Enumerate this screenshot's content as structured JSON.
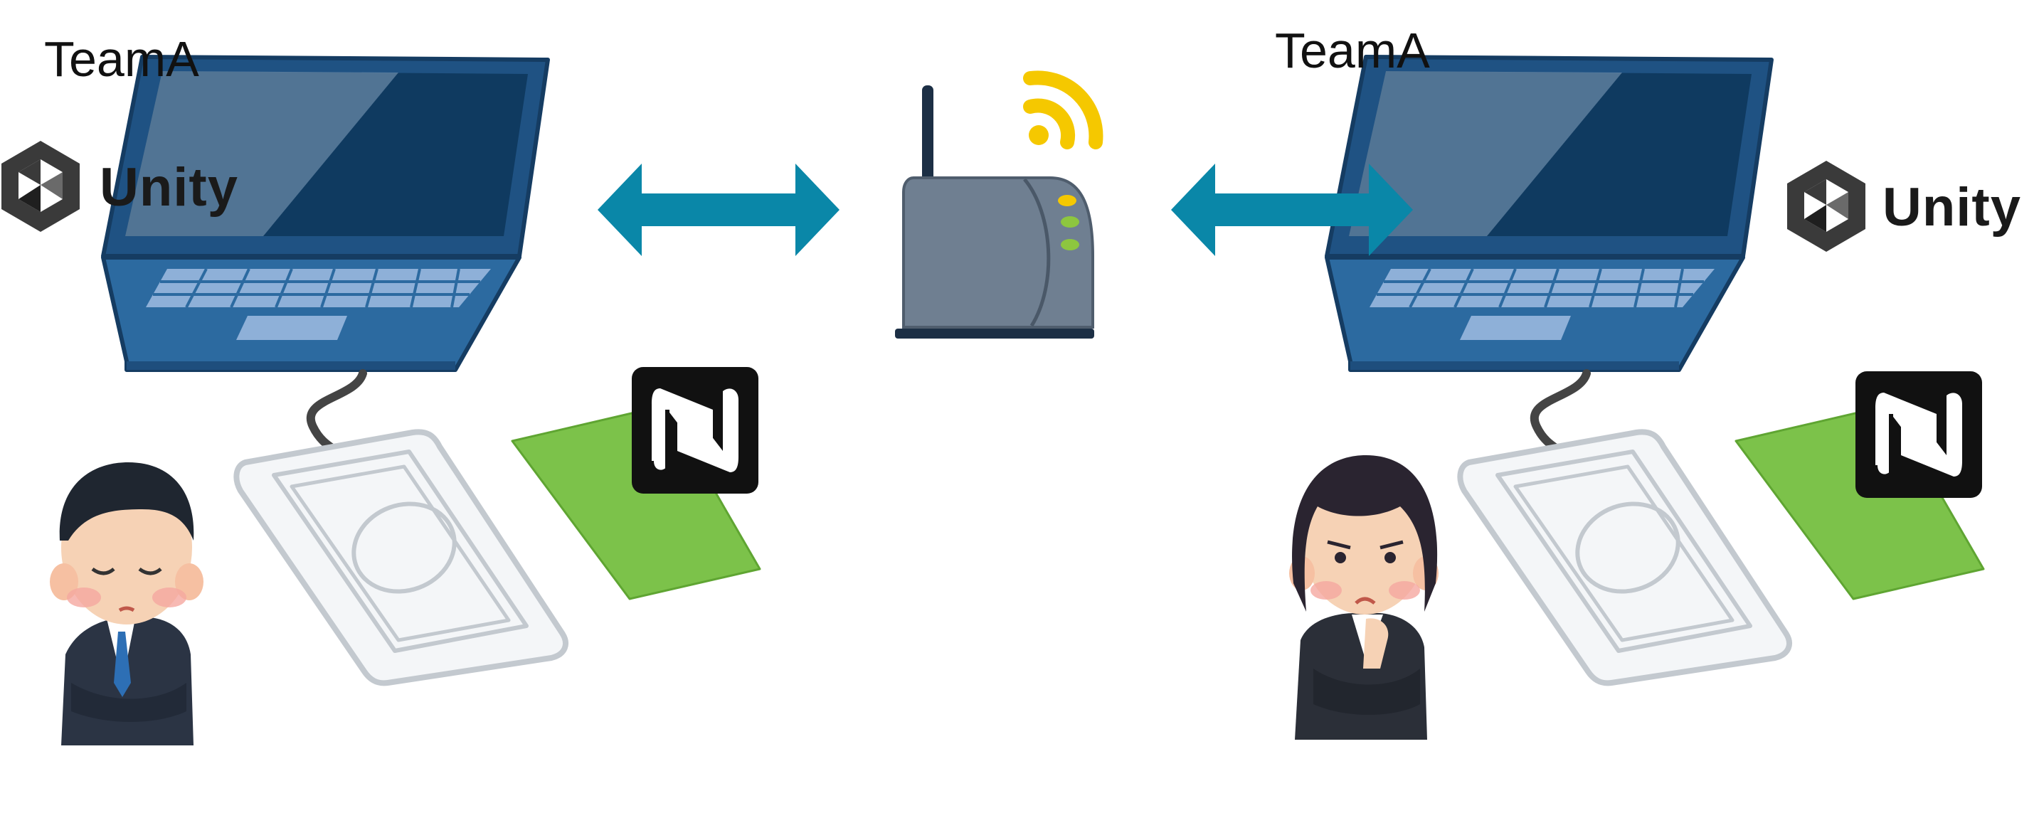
{
  "left_station": {
    "team_label": "TeamA",
    "engine_label": "Unity"
  },
  "right_station": {
    "team_label": "TeamA",
    "engine_label": "Unity"
  },
  "icons": {
    "laptop": "laptop-icon",
    "nfc_reader": "nfc-reader-icon",
    "nfc_card": "nfc-card-icon",
    "nfc_logo": "nfc-logo-icon",
    "unity_logo": "unity-logo-icon",
    "router": "wifi-router-icon",
    "wifi_signal": "wifi-signal-icon",
    "arrow": "bidirectional-arrow-icon",
    "man": "businessman-icon",
    "woman": "businesswoman-icon"
  },
  "colors": {
    "arrow": "#0a87a8",
    "laptop_body": "#2c6aa0",
    "laptop_screen": "#0f3a60",
    "router_body": "#6f7f91",
    "wifi_signal": "#f5c800",
    "card": "#7cc24a",
    "nfc_logo": "#111111"
  }
}
